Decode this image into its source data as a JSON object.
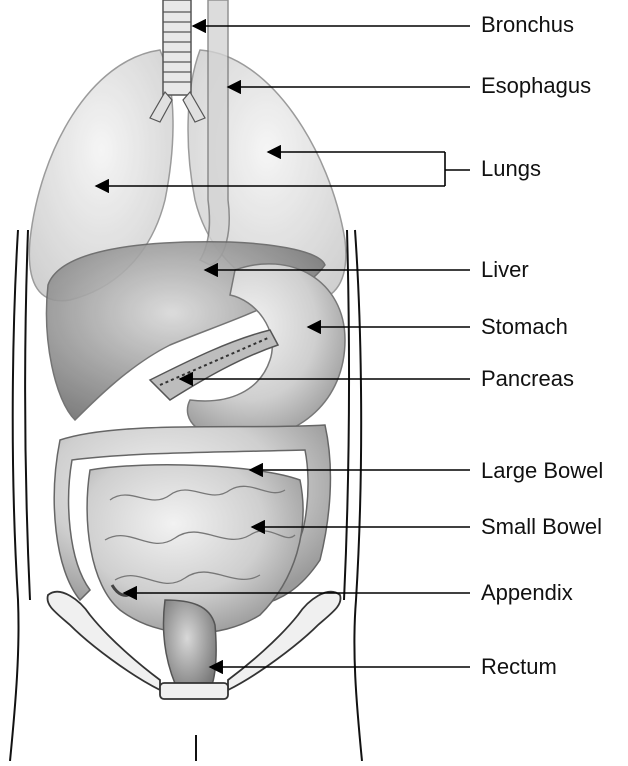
{
  "labels": {
    "bronchus": "Bronchus",
    "esophagus": "Esophagus",
    "lungs": "Lungs",
    "liver": "Liver",
    "stomach": "Stomach",
    "pancreas": "Pancreas",
    "large_bowel": "Large Bowel",
    "small_bowel": "Small Bowel",
    "appendix": "Appendix",
    "rectum": "Rectum"
  }
}
